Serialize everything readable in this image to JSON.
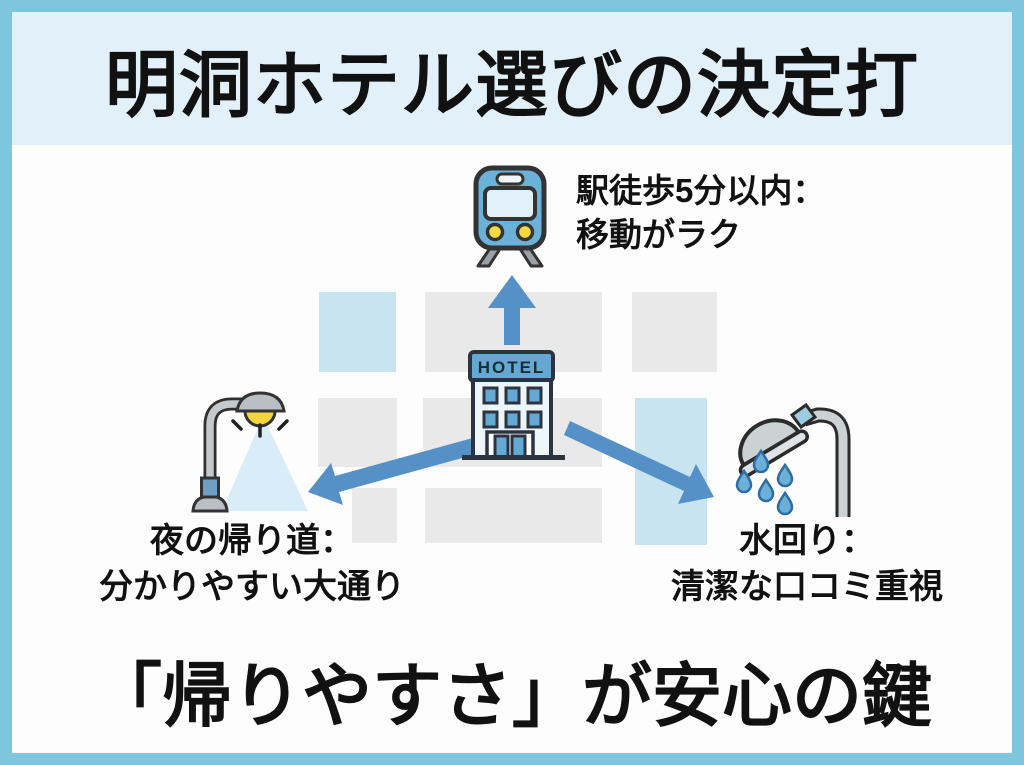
{
  "title": "明洞ホテル選びの決定打",
  "conclusion": "「帰りやすさ」が安心の鍵",
  "hotel_sign": "HOTEL",
  "callouts": {
    "station": {
      "line1": "駅徒歩5分以内：",
      "line2": "移動がラク"
    },
    "night_street": {
      "line1": "夜の帰り道：",
      "line2": "分かりやすい大通り"
    },
    "bathroom": {
      "line1": "水回り：",
      "line2": "清潔な口コミ重視"
    }
  },
  "icons": {
    "train": "train-icon",
    "hotel": "hotel-building-icon",
    "lamp": "street-lamp-icon",
    "shower": "shower-head-icon"
  },
  "colors": {
    "border": "#7ec5de",
    "title_band": "#e2f1f9",
    "paper": "#fdfdfd",
    "arrow": "#5590c7",
    "block_gray": "#e9e9e9",
    "block_blue": "#c8e4f0",
    "ink": "#111111"
  }
}
